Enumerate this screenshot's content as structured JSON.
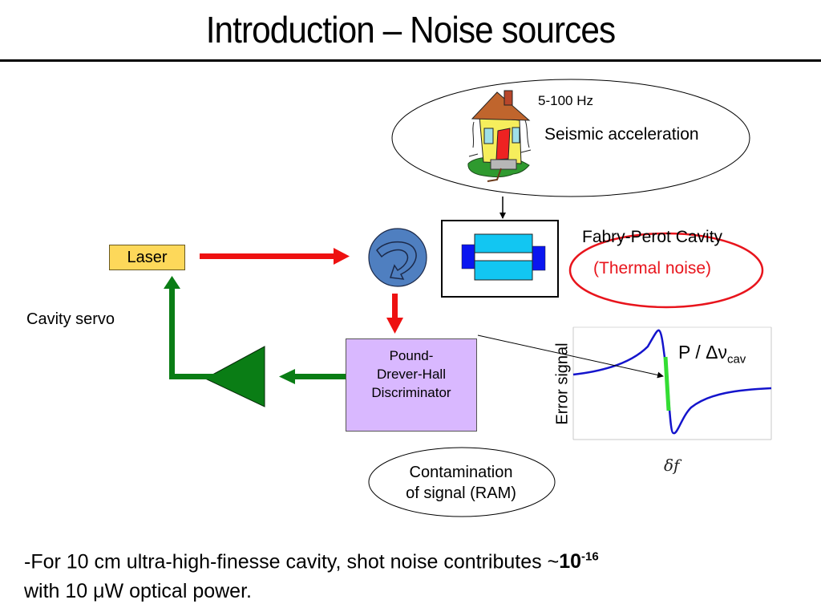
{
  "slide": {
    "title": "Introduction – Noise sources"
  },
  "seismic": {
    "frequency": "5-100 Hz",
    "label": "Seismic acceleration",
    "icon": "shaking-house-icon"
  },
  "cavity": {
    "label": "Fabry-Perot Cavity",
    "noise_label": "(Thermal noise)"
  },
  "laser": {
    "label": "Laser"
  },
  "servo": {
    "label": "Cavity servo"
  },
  "pdh": {
    "lines": [
      "Pound-",
      "Drever-Hall",
      "Discriminator"
    ]
  },
  "ram": {
    "lines": [
      "Contamination",
      "of signal (RAM)"
    ]
  },
  "error_plot": {
    "ylabel": "Error signal",
    "xlabel": "δf",
    "slope_label": "P / Δν",
    "slope_sub": "cav"
  },
  "bullet": {
    "text_1": "-For 10 cm ultra-high-finesse cavity, shot noise contributes  ~",
    "bold_base": "10",
    "bold_exp": "-16",
    "text_2": "with 10 μW optical power."
  },
  "colors": {
    "beam_red": "#ee1111",
    "servo_green": "#0a7d15",
    "isolator_blue": "#4f7fc0",
    "cavity_cyan": "#12c6f2",
    "mirror_blue": "#0a16f0",
    "laser_yellow": "#fdd85a",
    "pdh_lavender": "#d9b8ff",
    "curve_blue": "#1414cc",
    "slope_green": "#33dd33",
    "thermal_red": "#e8141c"
  }
}
